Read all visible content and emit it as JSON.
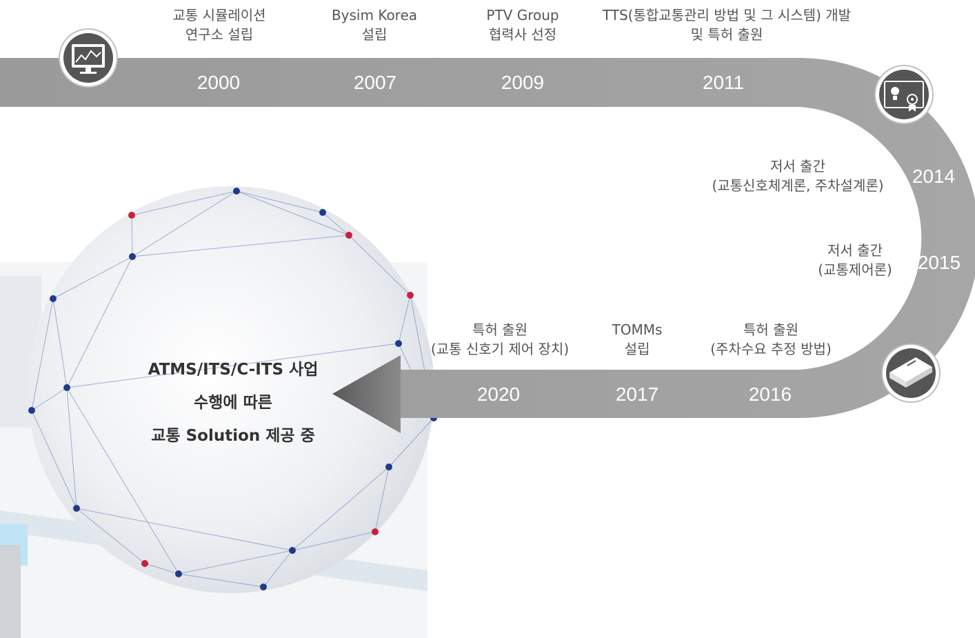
{
  "timeline": {
    "events": [
      {
        "year": "2000",
        "lines": [
          "교통 시뮬레이션",
          "연구소 설립"
        ]
      },
      {
        "year": "2007",
        "lines": [
          "Bysim Korea",
          "설립"
        ]
      },
      {
        "year": "2009",
        "lines": [
          "PTV Group",
          "협력사 선정"
        ]
      },
      {
        "year": "2011",
        "lines": [
          "TTS(통합교통관리 방법 및 그 시스템) 개발",
          "및 특허 출원"
        ]
      },
      {
        "year": "2014",
        "lines": [
          "저서 출간",
          "(교통신호체계론, 주차설계론)"
        ]
      },
      {
        "year": "2015",
        "lines": [
          "저서 출간",
          "(교통제어론)"
        ]
      },
      {
        "year": "2016",
        "lines": [
          "특허 출원",
          "(주차수요 추정 방법)"
        ]
      },
      {
        "year": "2017",
        "lines": [
          "TOMMs",
          "설립"
        ]
      },
      {
        "year": "2020",
        "lines": [
          "특허 출원",
          "(교통 신호기 제어 장치)"
        ]
      }
    ]
  },
  "center": {
    "lines": [
      "ATMS/ITS/C-ITS 사업",
      "수행에 따른",
      "교통 Solution 제공 중"
    ]
  },
  "colors": {
    "band": "#9c9c9c",
    "node_red": "#c8203e",
    "node_blue": "#1f3a8a"
  },
  "icons": [
    "monitor-chart-icon",
    "certificate-icon",
    "book-icon"
  ]
}
